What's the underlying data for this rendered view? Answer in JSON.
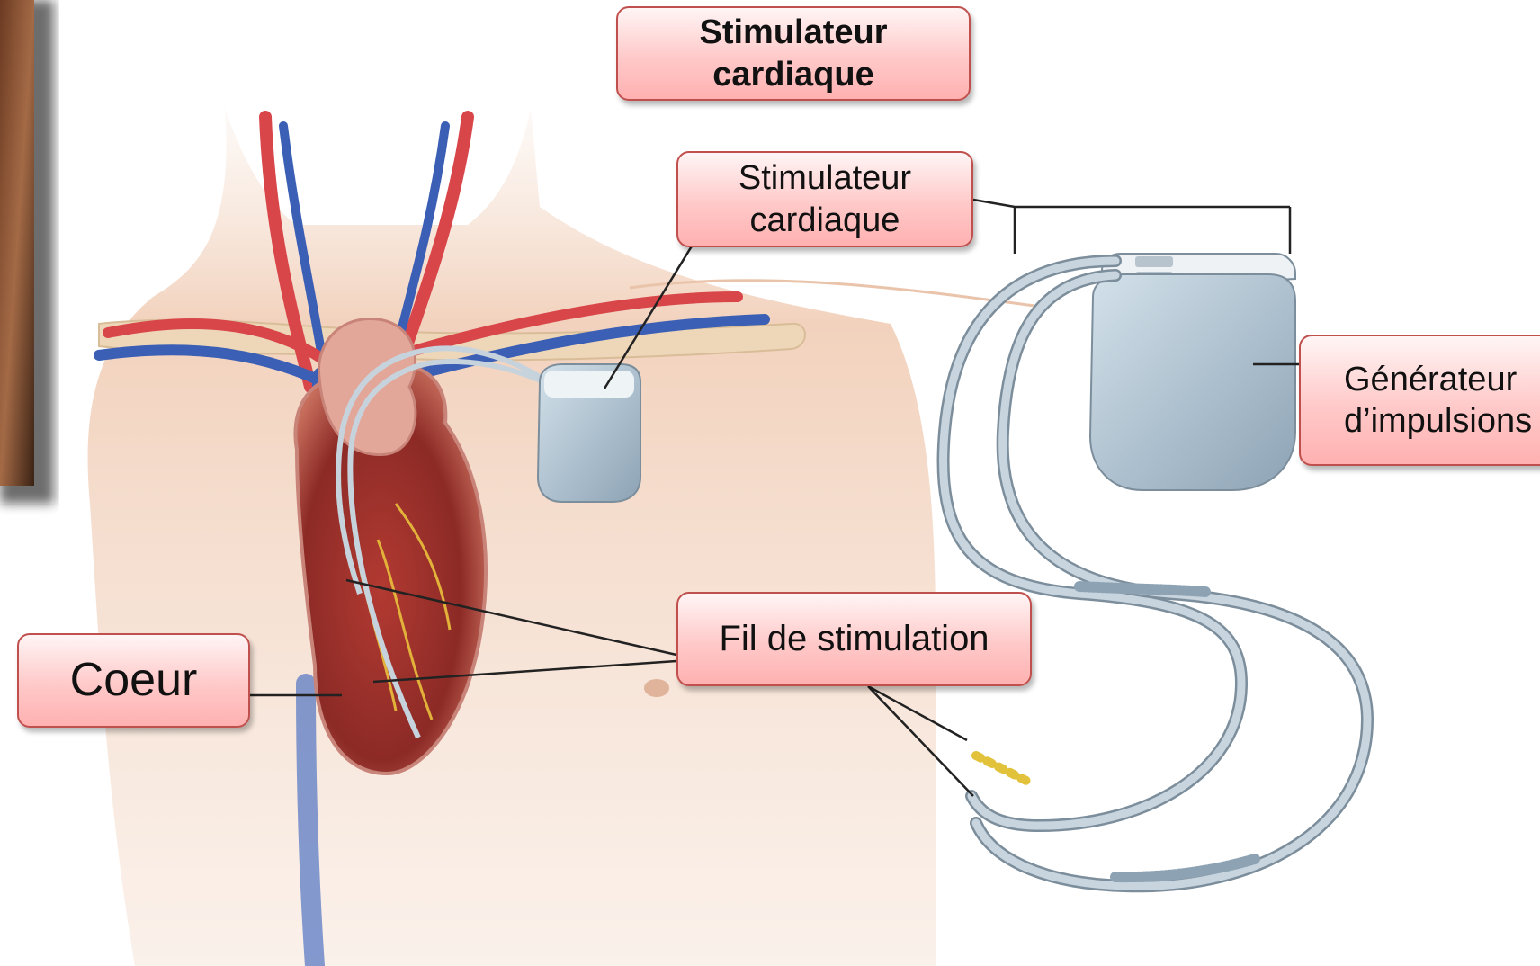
{
  "labels": {
    "title": "Stimulateur\ncardiaque",
    "pacemaker": "Stimulateur\ncardiaque",
    "generator": "Générateur\nd’impulsions",
    "lead": "Fil de stimulation",
    "heart": "Coeur"
  },
  "colors": {
    "label_border": "#c0504d",
    "label_fill_top": "#fff5f5",
    "label_fill_bottom": "#ffb1b1",
    "skin": "#f2d3bd",
    "artery": "#d8464a",
    "vein": "#3b5fb5",
    "device": "#aebfcb",
    "leader": "#222222"
  }
}
